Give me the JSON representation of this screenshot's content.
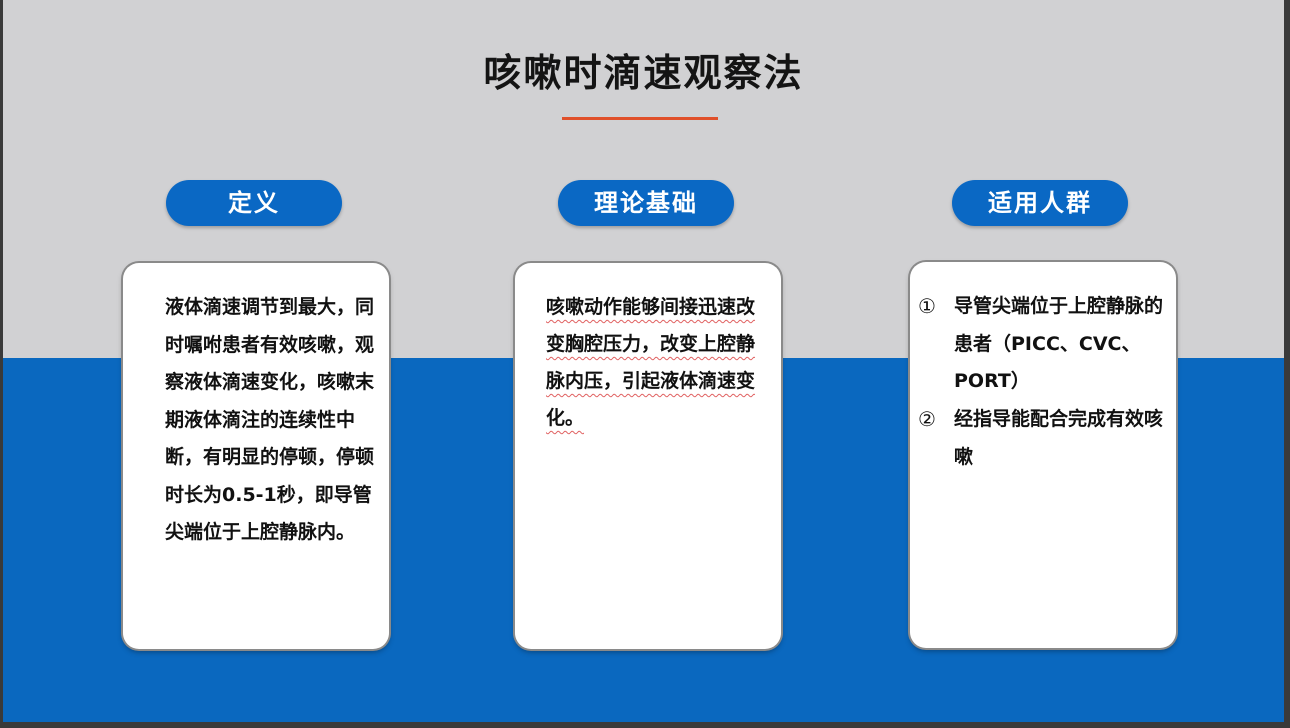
{
  "title": "咳嗽时滴速观察法",
  "sections": [
    {
      "label": "定义",
      "text": "液体滴速调节到最大，同时嘱咐患者有效咳嗽，观察液体滴速变化，咳嗽末期液体滴注的连续性中断，有明显的停顿，停顿时长为0.5-1秒，即导管尖端位于上腔静脉内。"
    },
    {
      "label": "理论基础",
      "text": "咳嗽动作能够间接迅速改变胸腔压力，改变上腔静脉内压，引起液体滴速变化。"
    },
    {
      "label": "适用人群",
      "items": [
        {
          "num": "①",
          "text": "导管尖端位于上腔静脉的患者（PICC、CVC、PORT）"
        },
        {
          "num": "②",
          "text": "经指导能配合完成有效咳嗽"
        }
      ]
    }
  ],
  "colors": {
    "background": "#d1d1d3",
    "band": "#0a68bf",
    "pill": "#0a68c4",
    "accent_line": "#e0502a",
    "card": "#ffffff"
  }
}
